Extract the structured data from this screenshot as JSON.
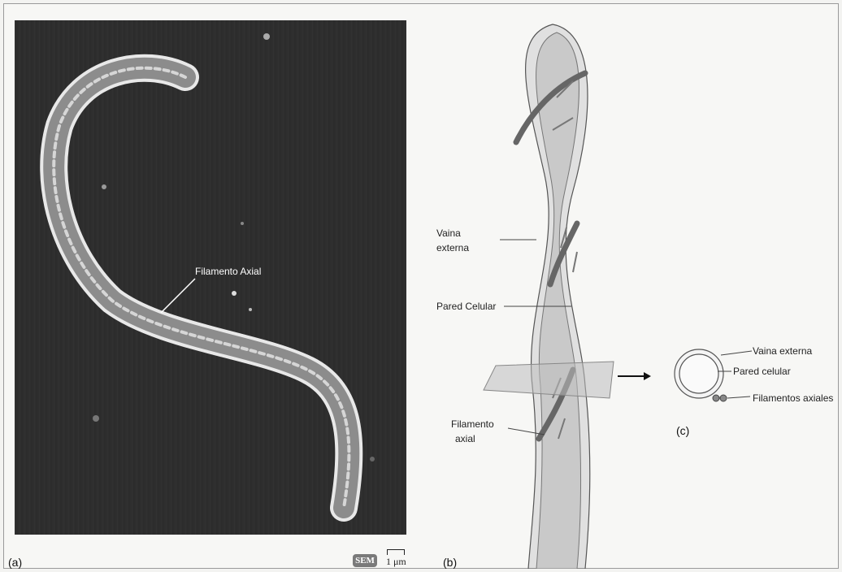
{
  "panels": {
    "a": "(a)",
    "b": "(b)",
    "c": "(c)"
  },
  "micrograph": {
    "annotation": "Filamento Axial",
    "badge": "SEM",
    "scale": "1 μm"
  },
  "diagram_b": {
    "labels": {
      "vaina_externa": [
        "Vaina",
        "externa"
      ],
      "pared_celular": "Pared Celular",
      "filamento_axial": [
        "Filamento",
        "axial"
      ]
    }
  },
  "diagram_c": {
    "labels": {
      "vaina_externa": "Vaina externa",
      "pared_celular": "Pared celular",
      "filamentos_axiales": "Filamentos axiales"
    }
  },
  "colors": {
    "cell_body": "#cfcfcf",
    "sheath": "#e2e2e2",
    "filament": "#6f6f6f",
    "micro_bg": "#2b2b2b"
  }
}
